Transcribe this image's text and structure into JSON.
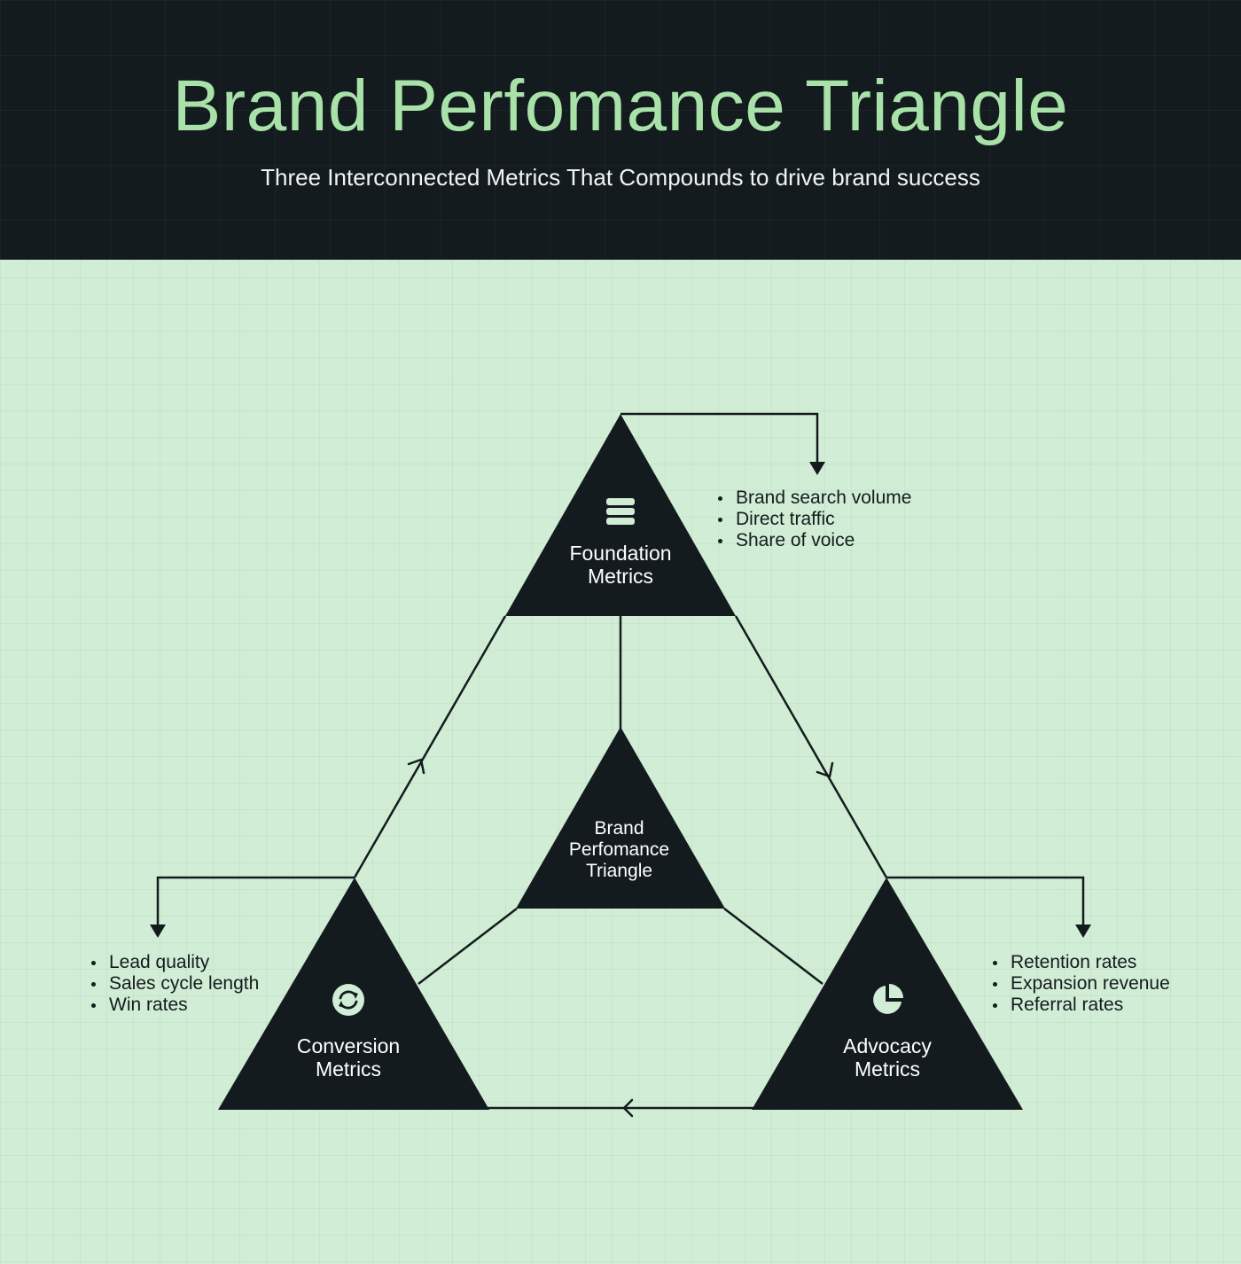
{
  "header": {
    "title": "Brand Perfomance Triangle",
    "subtitle": "Three Interconnected Metrics That Compounds to drive brand success"
  },
  "colors": {
    "dark": "#131b1e",
    "accent_green": "#a8e2a9",
    "background": "#d2edd6",
    "text_light": "#ffffff"
  },
  "center": {
    "label_line1": "Brand",
    "label_line2": "Perfomance",
    "label_line3": "Triangle"
  },
  "nodes": {
    "foundation": {
      "icon": "database-icon",
      "label_line1": "Foundation",
      "label_line2": "Metrics",
      "bullets": [
        "Brand search volume",
        "Direct traffic",
        "Share of voice"
      ]
    },
    "conversion": {
      "icon": "refresh-icon",
      "label_line1": "Conversion",
      "label_line2": "Metrics",
      "bullets": [
        "Lead quality",
        "Sales cycle length",
        "Win rates"
      ]
    },
    "advocacy": {
      "icon": "pie-chart-icon",
      "label_line1": "Advocacy",
      "label_line2": "Metrics",
      "bullets": [
        "Retention rates",
        "Expansion revenue",
        "Referral rates"
      ]
    }
  }
}
